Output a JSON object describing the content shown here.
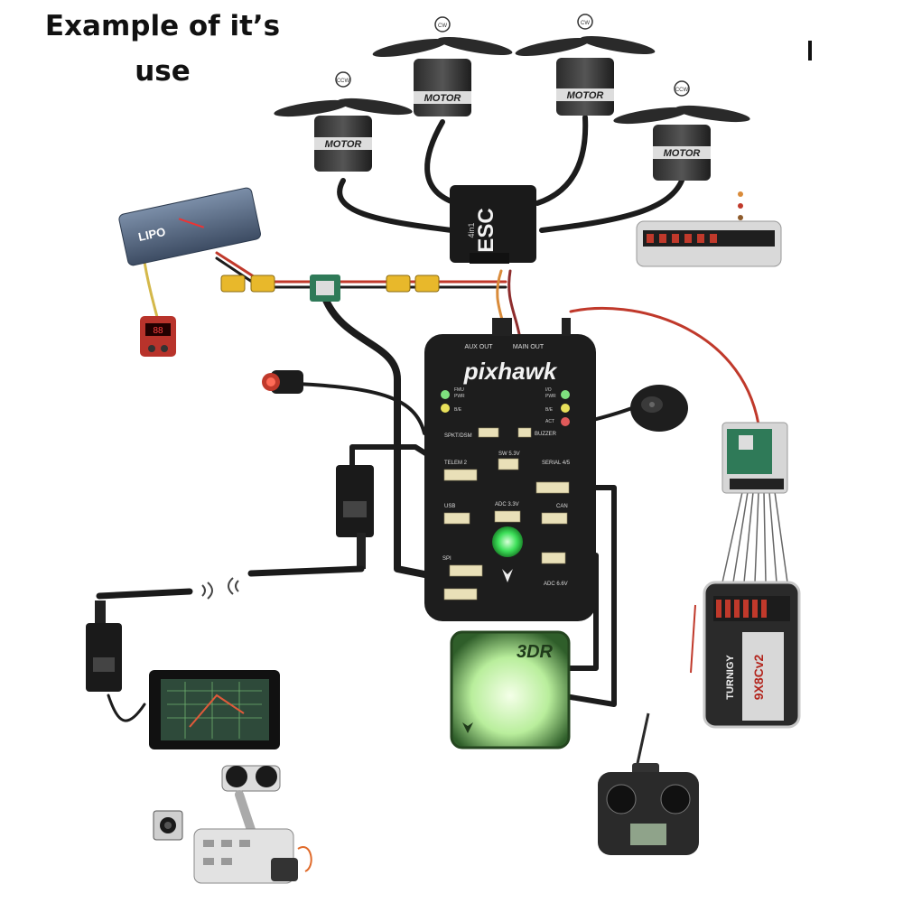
{
  "heading": {
    "line1": "Example  of  it’s",
    "line2": "use"
  },
  "motors": [
    {
      "label": "MOTOR",
      "spin": "CCW"
    },
    {
      "label": "MOTOR",
      "spin": "CW"
    },
    {
      "label": "MOTOR",
      "spin": "CW"
    },
    {
      "label": "MOTOR",
      "spin": "CCW"
    }
  ],
  "battery": {
    "label": "LIPO"
  },
  "esc": {
    "label": "ESC",
    "sub": "4in1"
  },
  "pixhawk": {
    "logo": "pixhawk",
    "top_labels": [
      "AUX OUT",
      "MAIN OUT"
    ],
    "leds_left": [
      "FMU",
      "PWR",
      "B/E"
    ],
    "leds_right": [
      "I/O",
      "PWR",
      "B/E",
      "ACT"
    ],
    "ports": [
      "SPKT/DSM",
      "BUZZER",
      "TELEM 2",
      "SW 5.3V",
      "SERIAL 4/5",
      "USB",
      "ADC 3.3V",
      "CAN",
      "SPI",
      "ADC 6.6V"
    ]
  },
  "gps": {
    "label": "3DR"
  },
  "receiver": {
    "brand": "TURNIGY",
    "model": "9X8Cv2"
  },
  "colors": {
    "cable": "#1c1c1c",
    "red_wire": "#c0392b",
    "led_green": "#3ee05a",
    "gps_glow": "#c8f7b4"
  },
  "icons": [
    "propeller-icon",
    "motor-icon",
    "battery-icon",
    "esc-icon",
    "pixhawk-board-icon",
    "buzzer-icon",
    "safety-switch-icon",
    "telemetry-radio-icon",
    "tablet-icon",
    "gps-module-icon",
    "rc-receiver-icon",
    "rc-transmitter-icon",
    "gimbal-icon",
    "camera-icon",
    "power-module-icon",
    "xt60-connector-icon"
  ]
}
